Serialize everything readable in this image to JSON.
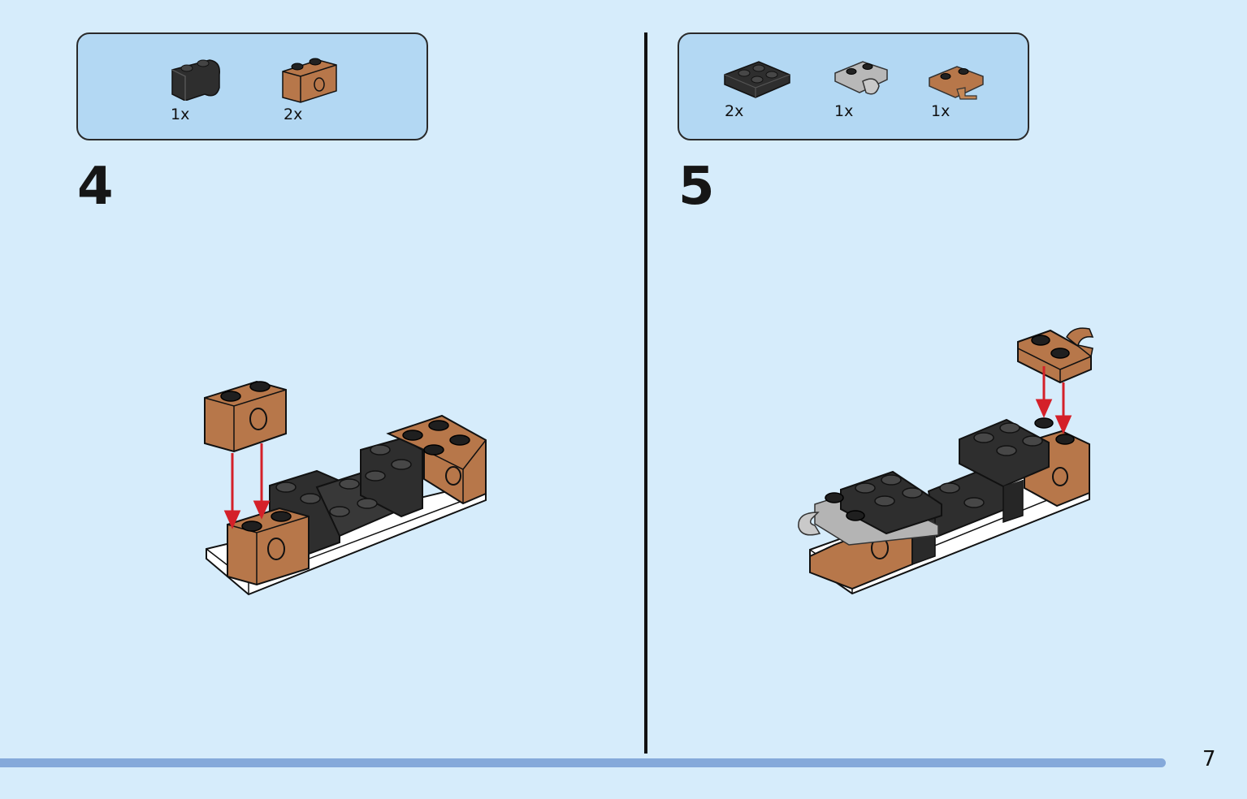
{
  "steps": [
    {
      "number": "4",
      "parts": [
        {
          "icon": "black-curved-brick-icon",
          "qty": "1x"
        },
        {
          "icon": "brown-technic-brick-icon",
          "qty": "2x"
        }
      ]
    },
    {
      "number": "5",
      "parts": [
        {
          "icon": "black-2x2-plate-icon",
          "qty": "2x"
        },
        {
          "icon": "gray-clip-plate-icon",
          "qty": "1x"
        },
        {
          "icon": "brown-clip-plate-icon",
          "qty": "1x"
        }
      ]
    }
  ],
  "page_number": "7",
  "colors": {
    "background": "#d6ecfb",
    "parts_box": "#b3d8f3",
    "brown": "#b7774a",
    "black": "#2e2e2e",
    "arrow": "#d42029",
    "progress": "#85a9da"
  }
}
